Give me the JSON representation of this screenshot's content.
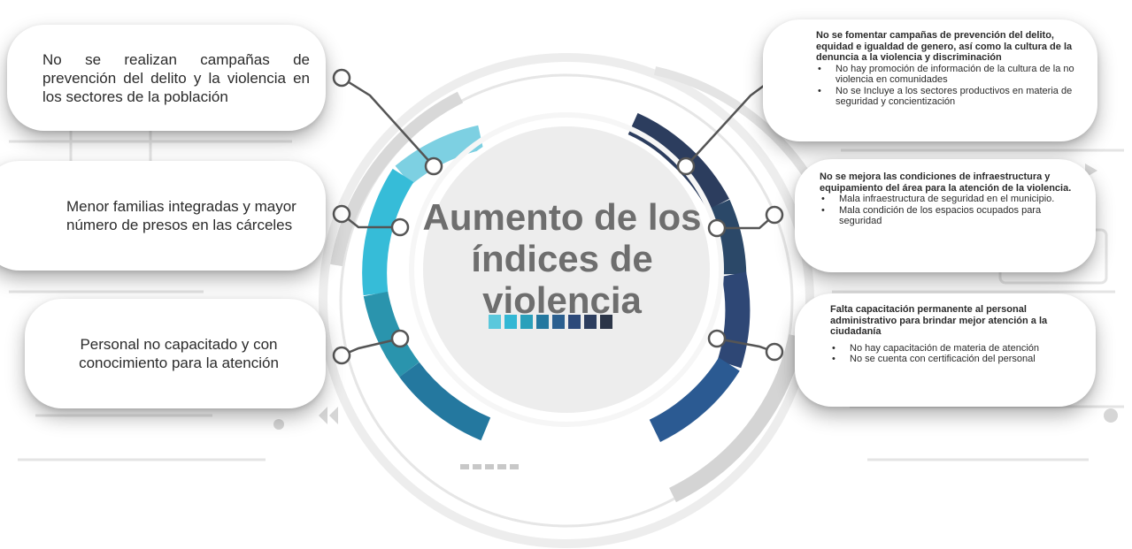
{
  "center": {
    "title_lines": [
      "Aumento de los",
      "índices de",
      "violencia"
    ],
    "swatch_colors": [
      "#5bc8dc",
      "#33b7d4",
      "#2aa0bb",
      "#24789f",
      "#2b5f8f",
      "#2d4a7a",
      "#2c3d5e",
      "#2b3548"
    ]
  },
  "left_causes": [
    {
      "text": "No se realizan campañas de prevención del delito y la violencia en los sectores de la población"
    },
    {
      "text": "Menor familias integradas y mayor número de presos en las cárceles"
    },
    {
      "text": "Personal no capacitado y con conocimiento para la atención"
    }
  ],
  "right_causes": [
    {
      "title": "No se fomentar campañas de prevención del delito, equidad e igualdad de genero, así como la cultura de la denuncia a la violencia y discriminación",
      "bullets": [
        "No hay promoción de información de la cultura de la no violencia en comunidades",
        "No se Incluye a los sectores productivos en materia de seguridad y concientización"
      ]
    },
    {
      "title": "No se mejora las condiciones de infraestructura y equipamiento del área para la atención de la violencia.",
      "bullets": [
        "Mala infraestructura de seguridad en el municipio.",
        "Mala condición de los espacios ocupados para seguridad"
      ]
    },
    {
      "title": "Falta capacitación permanente al personal administrativo para brindar mejor atención a la ciudadanía",
      "bullets": [
        "No hay capacitación de materia de atención",
        "No se cuenta con certificación del personal"
      ]
    }
  ],
  "ring_colors": {
    "left": [
      "#7dd0e2",
      "#36bcd8",
      "#2a94ad",
      "#24789f"
    ],
    "right": [
      "#2c3d5e",
      "#2b4868",
      "#2e4775",
      "#2b5a92"
    ]
  }
}
